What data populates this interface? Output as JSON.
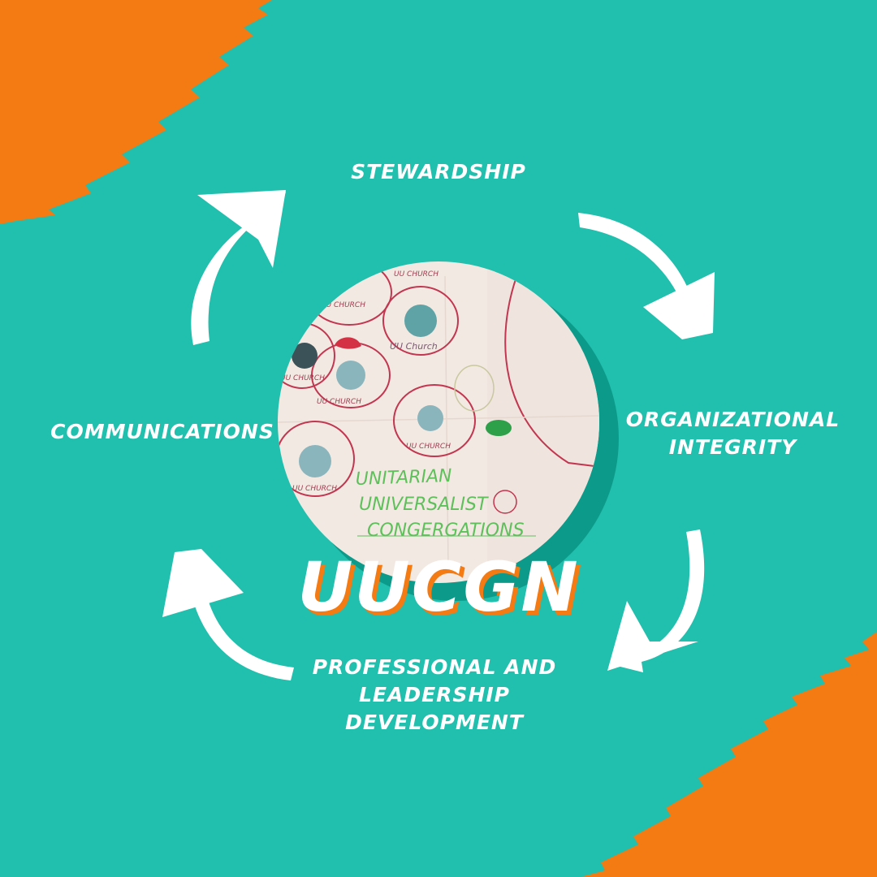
{
  "colors": {
    "background": "#21bfad",
    "accent": "#f47a14",
    "shadow_circle": "#0c9b8a",
    "text": "#ffffff"
  },
  "labels": {
    "top": "STEWARDSHIP",
    "right": [
      "ORGANIZATIONAL",
      "INTEGRITY"
    ],
    "left": "COMMUNICATIONS",
    "bottom": [
      "PROFESSIONAL AND",
      "LEADERSHIP",
      "DEVELOPMENT"
    ]
  },
  "logo": "UUCGN",
  "photo": {
    "church_labels": [
      "UU CHURCH",
      "UU CHURCH",
      "UU Church",
      "UU CHURCH",
      "UU CHURCH",
      "UU CHURCH",
      "UU CHURCH"
    ],
    "caption": [
      "UNITARIAN",
      "UNIVERSALIST",
      "CONGERGATIONS"
    ]
  },
  "icons": [
    "arrow-top-right-icon",
    "arrow-right-bottom-icon",
    "arrow-bottom-left-icon",
    "arrow-left-top-icon"
  ]
}
